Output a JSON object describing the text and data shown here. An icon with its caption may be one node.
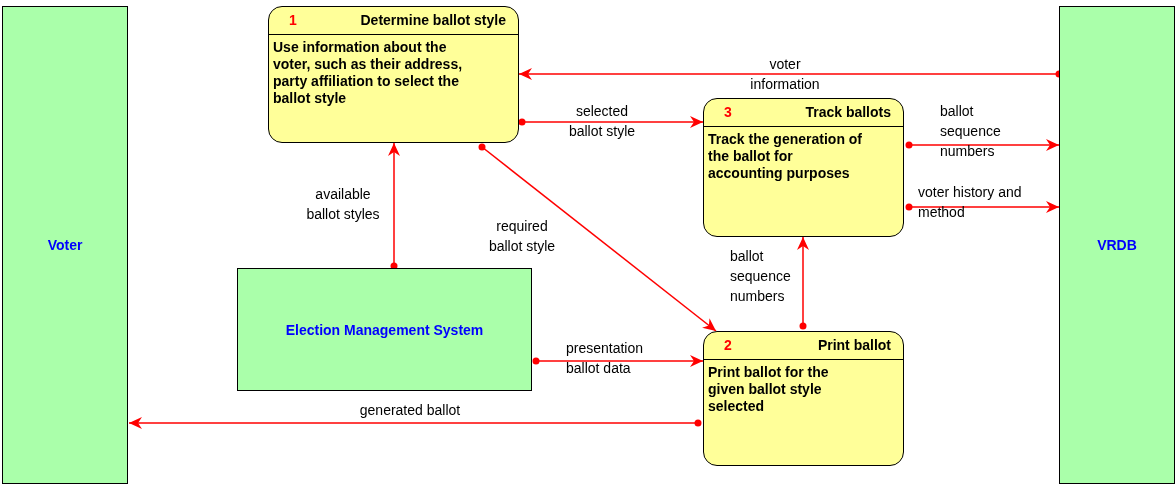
{
  "diagram": {
    "nodes": [
      {
        "text": [
          "Voter"
        ]
      },
      {
        "text": [
          "1",
          "Determine ballot style",
          "Use information about the voter, such as their address, party affiliation to select the ballot style"
        ]
      },
      {
        "text": [
          "3",
          "Track ballots",
          "Track the generation of the ballot for accounting purposes"
        ]
      },
      {
        "text": [
          "Election Management System"
        ]
      },
      {
        "text": [
          "2",
          "Print ballot",
          "Print ballot for the given ballot style selected"
        ]
      },
      {
        "text": [
          "VRDB"
        ]
      }
    ],
    "edges": [
      {
        "from": 5,
        "to": 1,
        "arrow": "to",
        "label": "voter information"
      },
      {
        "from": 1,
        "to": 2,
        "arrow": "to",
        "label": "selected ballot style"
      },
      {
        "from": 3,
        "to": 1,
        "arrow": "to",
        "label": "available ballot styles"
      },
      {
        "from": 1,
        "to": 4,
        "arrow": "to",
        "label": "required ballot style"
      },
      {
        "from": 2,
        "to": 5,
        "arrow": "to",
        "label": "ballot sequence numbers"
      },
      {
        "from": 2,
        "to": 5,
        "arrow": "to",
        "label": "voter history and method"
      },
      {
        "from": 4,
        "to": 2,
        "arrow": "to",
        "label": "ballot sequence numbers"
      },
      {
        "from": 3,
        "to": 4,
        "arrow": "to",
        "label": "presentation ballot data"
      },
      {
        "from": 4,
        "to": 0,
        "arrow": "to",
        "label": "generated ballot"
      }
    ]
  }
}
